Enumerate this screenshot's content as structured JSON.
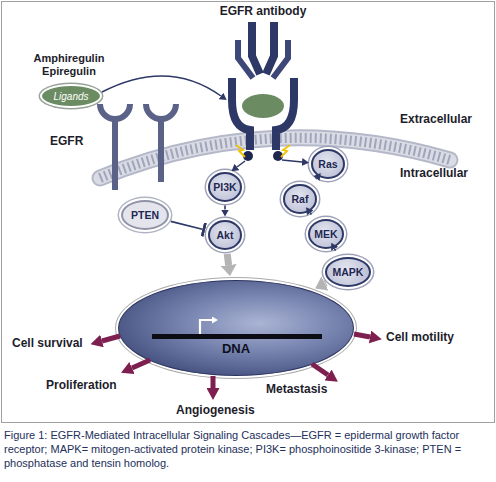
{
  "diagram": {
    "caption": "Figure 1: EGFR-Mediated Intracellular Signaling Cascades—EGFR = epidermal growth factor receptor; MAPK= mitogen-activated protein kinase; PI3K= phosphoinositide 3-kinase; PTEN = phosphatase and tensin homolog.",
    "nodes": [
      {
        "text": [
          "Ligands"
        ]
      },
      {
        "text": [
          "PI3K"
        ]
      },
      {
        "text": [
          "PTEN"
        ]
      },
      {
        "text": [
          "Akt"
        ]
      },
      {
        "text": [
          "Ras"
        ]
      },
      {
        "text": [
          "Raf"
        ]
      },
      {
        "text": [
          "MEK"
        ]
      },
      {
        "text": [
          "MAPK"
        ]
      },
      {
        "text": [
          "DNA"
        ]
      }
    ],
    "edges": [
      {
        "from": 1,
        "to": 3,
        "arrow": "to"
      },
      {
        "from": 2,
        "to": 3,
        "arrow": "to"
      },
      {
        "from": 4,
        "to": 5,
        "arrow": "to"
      },
      {
        "from": 5,
        "to": 6,
        "arrow": "to"
      },
      {
        "from": 6,
        "to": 7,
        "arrow": "to"
      },
      {
        "from": 3,
        "to": 8,
        "arrow": "to"
      },
      {
        "from": 7,
        "to": 8,
        "arrow": "to"
      }
    ],
    "labels": [
      "EGFR antibody",
      "Amphiregulin Epiregulin",
      "EGFR",
      "Extracellular",
      "Intracellular",
      "Cell survival",
      "Proliferation",
      "Angiogenesis",
      "Metastasis",
      "Cell motility"
    ]
  }
}
